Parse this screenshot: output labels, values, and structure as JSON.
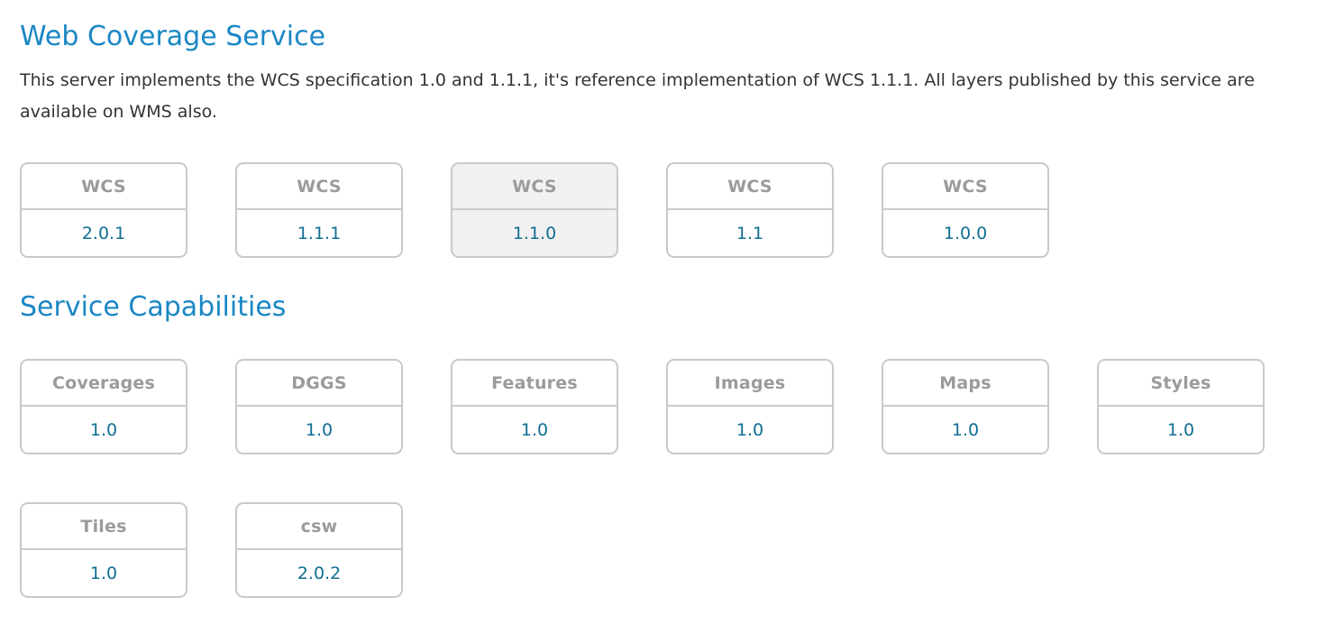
{
  "header": {
    "title": "Web Coverage Service",
    "description": "This server implements the WCS specification 1.0 and 1.1.1, it's reference implementation of WCS 1.1.1. All layers published by this service are available on WMS also."
  },
  "capabilities_section": {
    "title": "Service Capabilities"
  },
  "wcs_versions": [
    {
      "service": "WCS",
      "version": "2.0.1",
      "highlighted": false
    },
    {
      "service": "WCS",
      "version": "1.1.1",
      "highlighted": false
    },
    {
      "service": "WCS",
      "version": "1.1.0",
      "highlighted": true
    },
    {
      "service": "WCS",
      "version": "1.1",
      "highlighted": false
    },
    {
      "service": "WCS",
      "version": "1.0.0",
      "highlighted": false
    }
  ],
  "service_capabilities": [
    {
      "service": "Coverages",
      "version": "1.0"
    },
    {
      "service": "DGGS",
      "version": "1.0"
    },
    {
      "service": "Features",
      "version": "1.0"
    },
    {
      "service": "Images",
      "version": "1.0"
    },
    {
      "service": "Maps",
      "version": "1.0"
    },
    {
      "service": "Styles",
      "version": "1.0"
    },
    {
      "service": "Tiles",
      "version": "1.0"
    },
    {
      "service": "csw",
      "version": "2.0.2"
    }
  ],
  "colors": {
    "heading": "#1b87c4",
    "link": "#116e94",
    "box_border": "#c9c9c9",
    "service_label": "#9b9b9b",
    "highlight_bg": "#f1f1f1",
    "body_text": "#333333"
  }
}
